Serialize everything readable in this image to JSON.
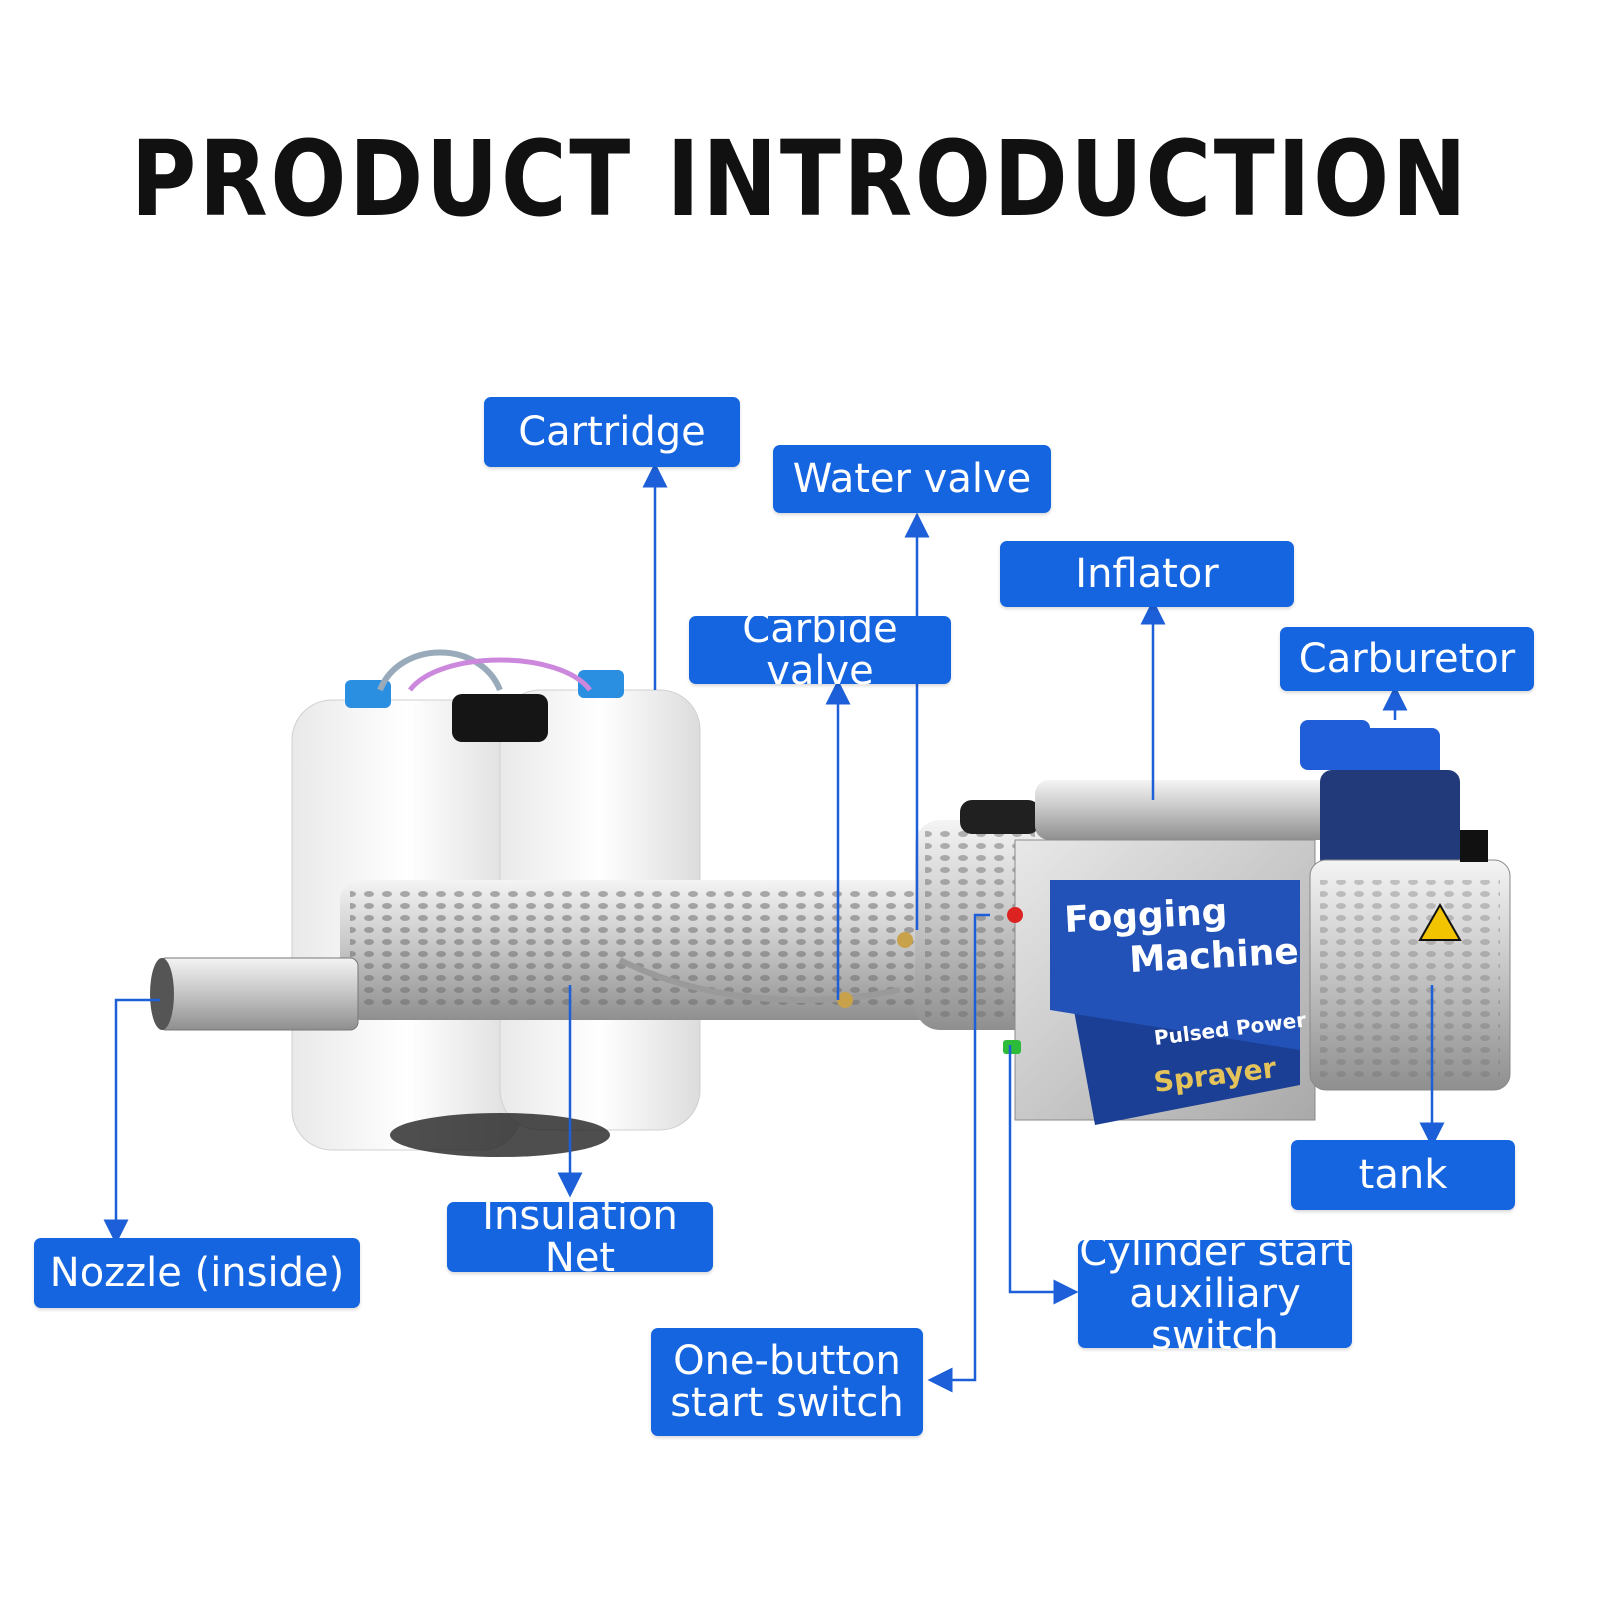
{
  "title": "PRODUCT INTRODUCTION",
  "labels": {
    "cartridge": "Cartridge",
    "water_valve": "Water valve",
    "inflator": "Inflator",
    "carbide_valve": "Carbide valve",
    "carburetor": "Carburetor",
    "tank": "tank",
    "nozzle": "Nozzle (inside)",
    "insulation_net": "Insulation Net",
    "cylinder_start_line1": "Cylinder start",
    "cylinder_start_line2": "auxiliary switch",
    "one_button_line1": "One-button",
    "one_button_line2": "start switch"
  },
  "machine": {
    "brand_line1": "Fogging",
    "brand_line2": "Machine",
    "sub1": "Pulsed Power",
    "sub2": "Sprayer"
  },
  "colors": {
    "label_bg": "#1565e0",
    "arrow": "#1d5fd8",
    "title": "#111111"
  }
}
